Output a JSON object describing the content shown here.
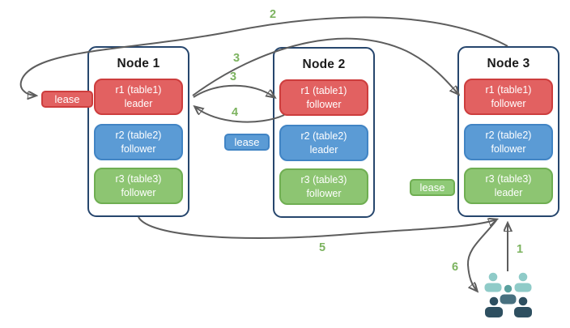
{
  "diagram": {
    "description": "Three-node replicated tables diagram with leader/follower replicas, lease badges and numbered flow arrows"
  },
  "colors": {
    "replica_red": "#e26161",
    "replica_red_border": "#cd3d3d",
    "replica_blue": "#5b9bd5",
    "replica_blue_border": "#4184c4",
    "replica_green": "#8dc572",
    "replica_green_border": "#6fae52",
    "node_border": "#26466d",
    "arrow_gray": "#5d5d5d",
    "step_label_green": "#7cb35f",
    "users_light_teal": "#8fcbc8",
    "users_medium_teal": "#59a09e",
    "users_steel": "#48707f",
    "users_dark_slate": "#2e4f60"
  },
  "nodes": [
    {
      "title": "Node 1",
      "replicas": [
        {
          "name": "r1 (table1)",
          "role": "leader",
          "color": "red"
        },
        {
          "name": "r2 (table2)",
          "role": "follower",
          "color": "blue"
        },
        {
          "name": "r3 (table3)",
          "role": "follower",
          "color": "green"
        }
      ]
    },
    {
      "title": "Node 2",
      "replicas": [
        {
          "name": "r1 (table1)",
          "role": "follower",
          "color": "red"
        },
        {
          "name": "r2 (table2)",
          "role": "leader",
          "color": "blue"
        },
        {
          "name": "r3 (table3)",
          "role": "follower",
          "color": "green"
        }
      ]
    },
    {
      "title": "Node 3",
      "replicas": [
        {
          "name": "r1 (table1)",
          "role": "follower",
          "color": "red"
        },
        {
          "name": "r2 (table2)",
          "role": "follower",
          "color": "blue"
        },
        {
          "name": "r3 (table3)",
          "role": "leader",
          "color": "green"
        }
      ]
    }
  ],
  "leases": [
    {
      "label": "lease",
      "color": "red"
    },
    {
      "label": "lease",
      "color": "blue"
    },
    {
      "label": "lease",
      "color": "green"
    }
  ],
  "steps": {
    "step1": "1",
    "step2": "2",
    "step3a": "3",
    "step3b": "3",
    "step4": "4",
    "step5": "5",
    "step6": "6"
  },
  "icons": {
    "users": "users-group-icon"
  }
}
